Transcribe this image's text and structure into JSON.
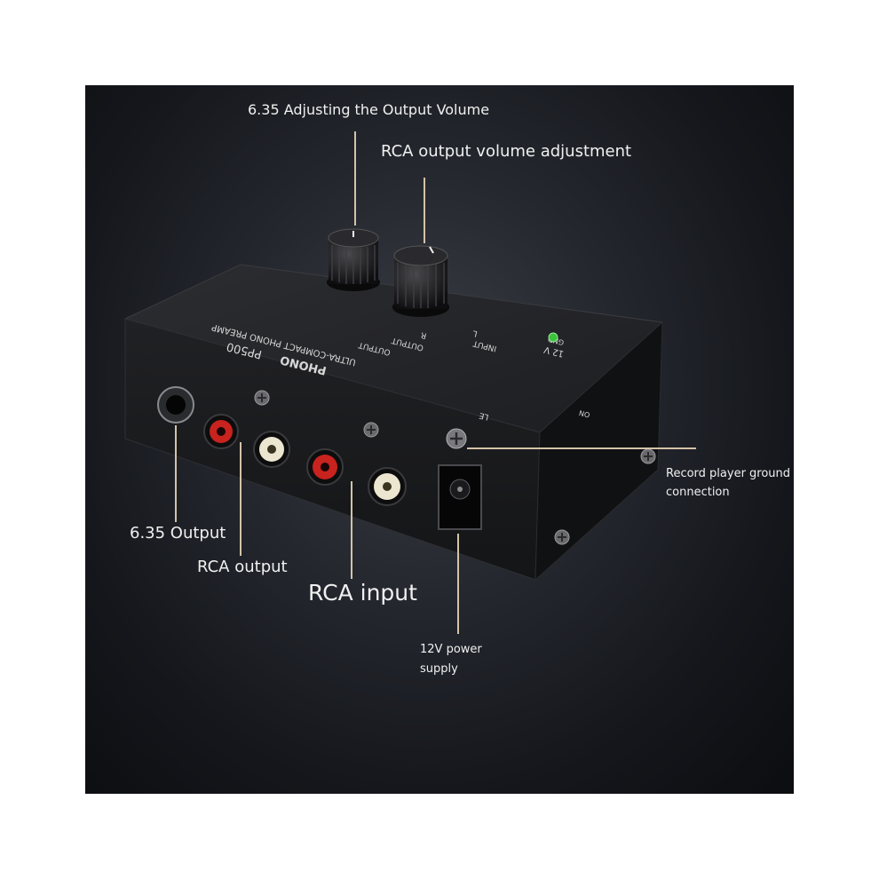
{
  "callouts": {
    "output_volume": "6.35 Adjusting the Output Volume",
    "rca_volume": "RCA output volume adjustment",
    "ground_line1": "Record player ground",
    "ground_line2": "connection",
    "jack_635": "6.35 Output",
    "rca_output": "RCA output",
    "rca_input": "RCA input",
    "power_line1": "12V power",
    "power_line2": "supply"
  },
  "panel_markings": {
    "output": "OUTPUT",
    "rca_output_group": "OUTPUT",
    "input_group": "INPUT",
    "r": "R",
    "l": "L",
    "power": "12 V",
    "gnd": "GND",
    "on": "ON",
    "model": "PP500",
    "brand": "PHONO",
    "subtitle": "ULTRA-COMPACT PHONO PREAMP",
    "level": "LE"
  },
  "colors": {
    "background": "#1c1e24",
    "label_text": "#f0f0f0",
    "leader_line": "#d4c3a8",
    "chassis": "#1a1b1e",
    "rca_red": "#c8231e",
    "rca_white": "#ece6d0",
    "led_green": "#3cc23c"
  }
}
